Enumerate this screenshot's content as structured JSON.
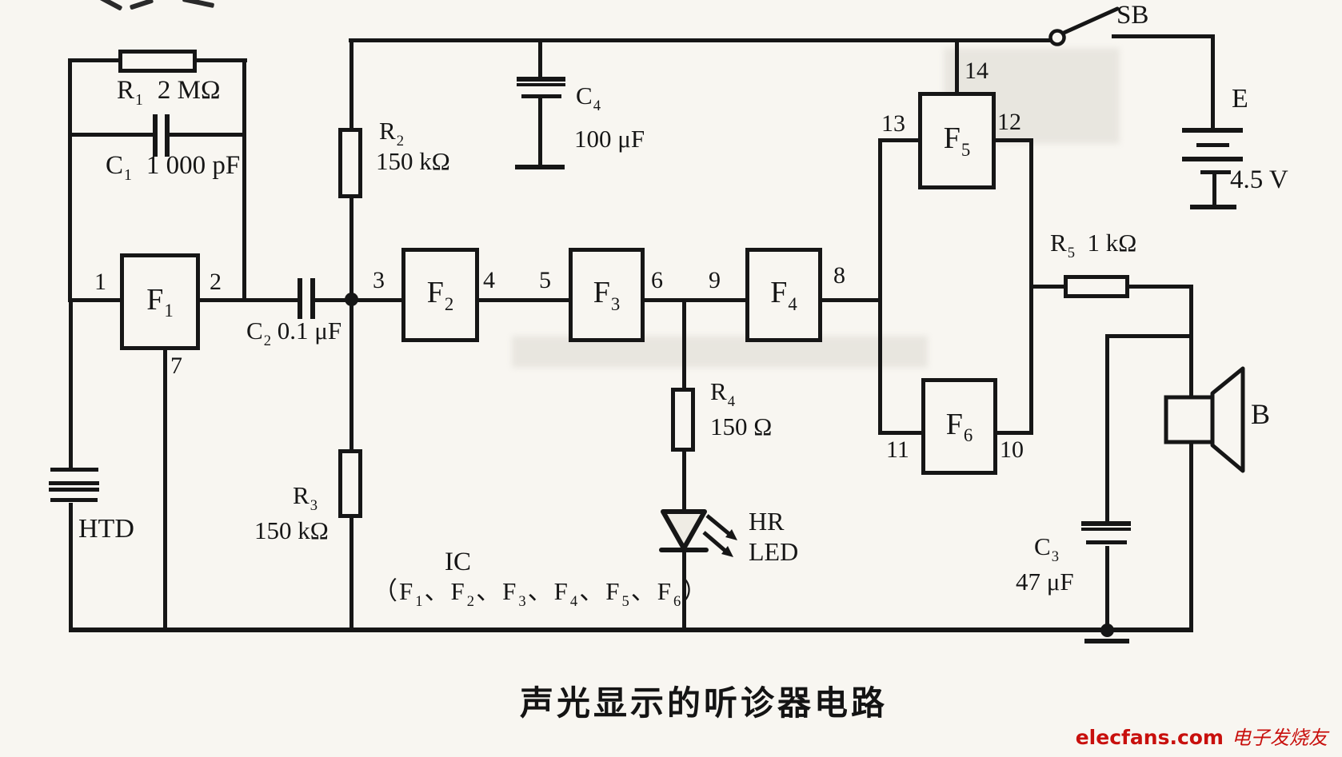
{
  "title": "声光显示的听诊器电路",
  "watermark": {
    "brand": "elecfans.com",
    "slogan": "电子发烧友"
  },
  "colors": {
    "ink": "#161616",
    "paper": "#f8f6f1",
    "watermark_red": "#c8100d"
  },
  "components": {
    "r1": {
      "sym": "R",
      "sub": "1",
      "value": "2 MΩ"
    },
    "c1": {
      "sym": "C",
      "sub": "1",
      "value": "1 000 pF"
    },
    "c2": {
      "sym": "C",
      "sub": "2",
      "value": "0.1 μF"
    },
    "r2": {
      "sym": "R",
      "sub": "2",
      "value": "150 kΩ"
    },
    "c4": {
      "sym": "C",
      "sub": "4",
      "value": "100 μF"
    },
    "r3": {
      "sym": "R",
      "sub": "3",
      "value": "150 kΩ"
    },
    "r4": {
      "sym": "R",
      "sub": "4",
      "value": "150 Ω"
    },
    "r5": {
      "sym": "R",
      "sub": "5",
      "value": "1 kΩ"
    },
    "c3": {
      "sym": "C",
      "sub": "3",
      "value": "47 μF"
    },
    "f1": {
      "sym": "F",
      "sub": "1"
    },
    "f2": {
      "sym": "F",
      "sub": "2"
    },
    "f3": {
      "sym": "F",
      "sub": "3"
    },
    "f4": {
      "sym": "F",
      "sub": "4"
    },
    "f5": {
      "sym": "F",
      "sub": "5"
    },
    "f6": {
      "sym": "F",
      "sub": "6"
    },
    "htd": "HTD",
    "sb": "SB",
    "battery_name": "E",
    "battery_voltage": "4.5 V",
    "speaker": "B",
    "led_line1": "HR",
    "led_line2": "LED"
  },
  "pins": {
    "f1_in": "1",
    "f1_out": "2",
    "f1_gnd": "7",
    "f2_in": "3",
    "f2_out": "4",
    "f3_in": "5",
    "f3_out": "6",
    "f4_in": "9",
    "f4_out": "8",
    "f5_vcc": "14",
    "f5_in": "13",
    "f5_out": "12",
    "f6_in": "11",
    "f6_out": "10"
  },
  "ic_note": {
    "heading": "IC",
    "open": "（",
    "sym": "F",
    "subs": [
      "1",
      "2",
      "3",
      "4",
      "5",
      "6"
    ],
    "sep": "、",
    "close": "）"
  }
}
